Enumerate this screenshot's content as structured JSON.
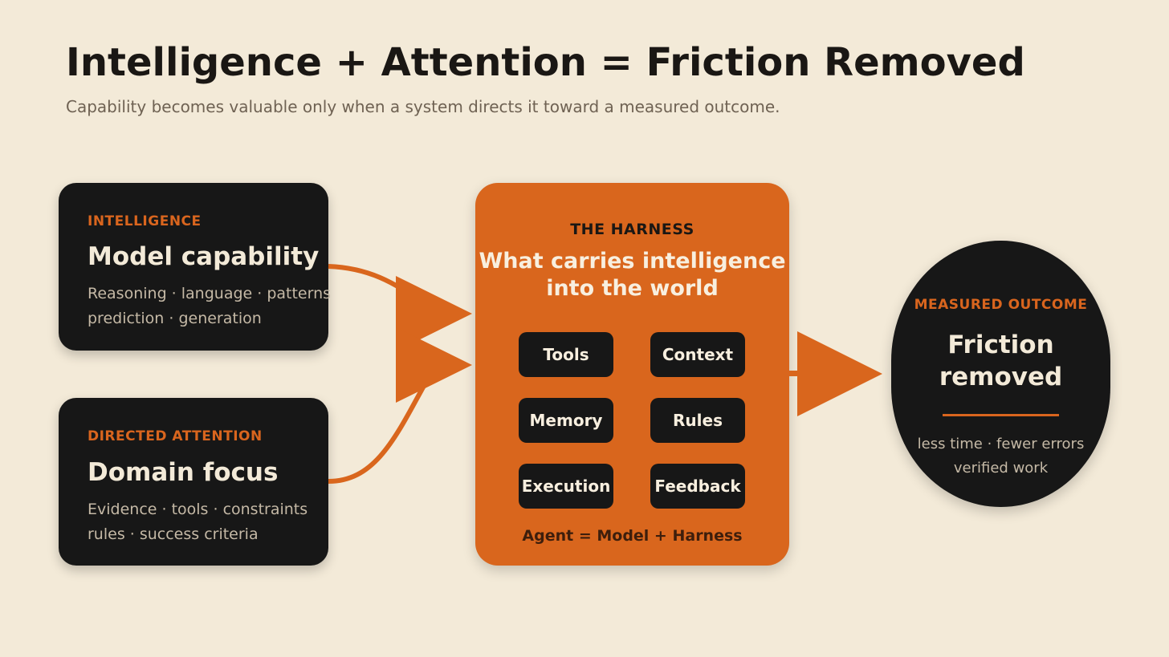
{
  "title": "Intelligence + Attention = Friction Removed",
  "subtitle": "Capability becomes valuable only when a system directs it toward a measured outcome.",
  "inputs": [
    {
      "eyebrow": "INTELLIGENCE",
      "heading": "Model capability",
      "detail": [
        "Reasoning · language · patterns",
        "prediction · generation"
      ]
    },
    {
      "eyebrow": "DIRECTED ATTENTION",
      "heading": "Domain focus",
      "detail": [
        "Evidence · tools · constraints",
        "rules · success criteria"
      ]
    }
  ],
  "harness": {
    "eyebrow": "THE HARNESS",
    "heading": [
      "What carries intelligence",
      "into the world"
    ],
    "components": [
      "Tools",
      "Context",
      "Memory",
      "Rules",
      "Execution",
      "Feedback"
    ],
    "footer": "Agent = Model + Harness"
  },
  "outcome": {
    "eyebrow": "MEASURED OUTCOME",
    "heading": [
      "Friction",
      "removed"
    ],
    "detail": [
      "less time · fewer errors",
      "verified work"
    ]
  },
  "colors": {
    "background": "#f3ead8",
    "accent": "#d9661d",
    "dark": "#171717",
    "cream": "#f3ead8",
    "muted_text": "#c5b9a6"
  }
}
